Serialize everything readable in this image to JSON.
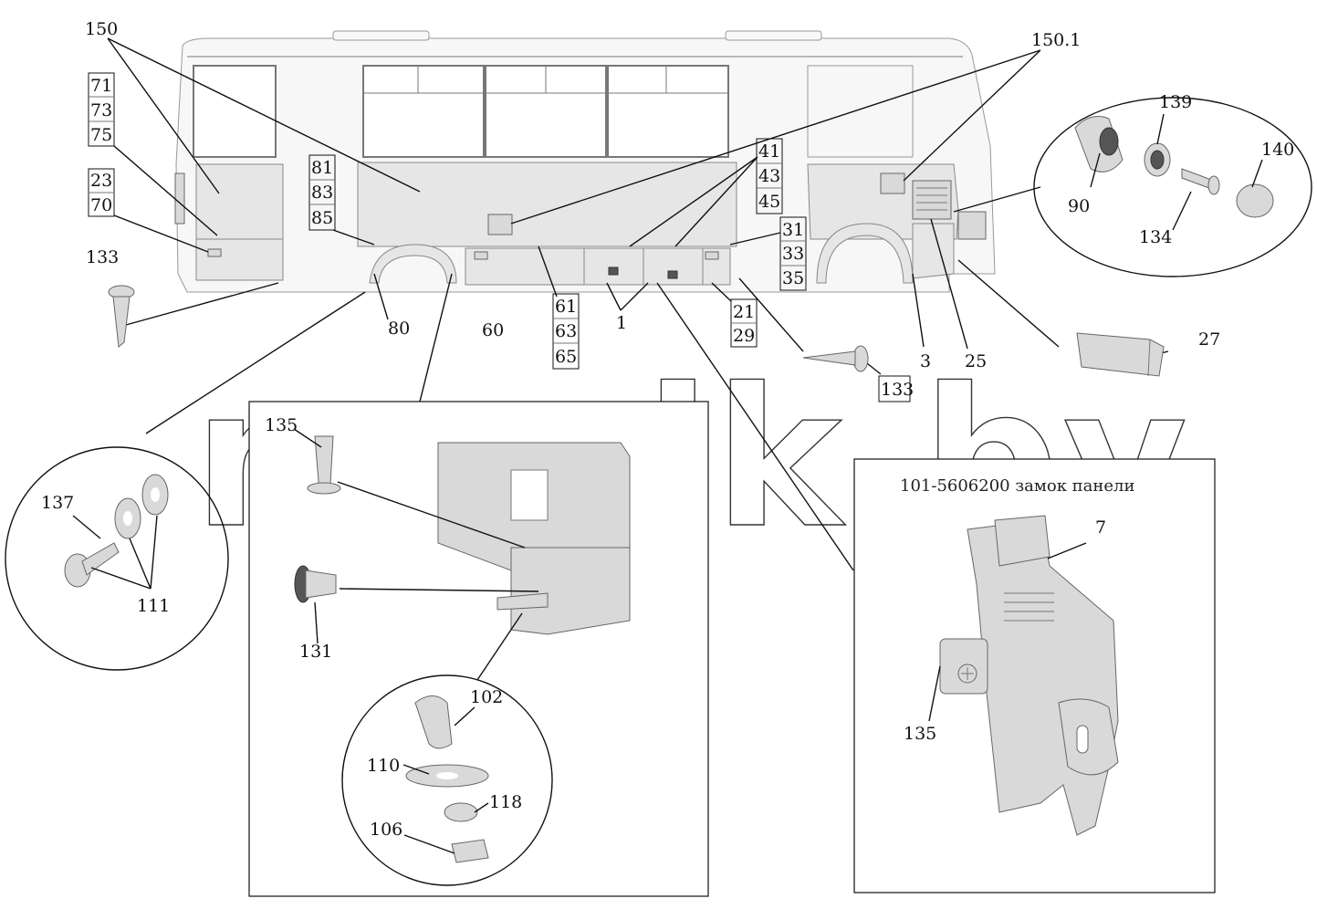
{
  "watermark": "mazik.by",
  "inset_title": "101-5606200 замок панели",
  "callouts": {
    "c150": "150",
    "c150_1": "150.1",
    "c71": "71",
    "c73": "73",
    "c75": "75",
    "c23": "23",
    "c70": "70",
    "c133a": "133",
    "c133b": "133",
    "c81": "81",
    "c83": "83",
    "c85": "85",
    "c41": "41",
    "c43": "43",
    "c45": "45",
    "c31": "31",
    "c33": "33",
    "c35": "35",
    "c21": "21",
    "c29": "29",
    "c61": "61",
    "c63": "63",
    "c65": "65",
    "c80": "80",
    "c60": "60",
    "c1": "1",
    "c3": "3",
    "c25": "25",
    "c27": "27",
    "c90": "90",
    "c139": "139",
    "c134": "134",
    "c140": "140",
    "c137": "137",
    "c111": "111",
    "c135a": "135",
    "c135b": "135",
    "c131": "131",
    "c102": "102",
    "c110": "110",
    "c118": "118",
    "c106": "106",
    "c7": "7"
  }
}
